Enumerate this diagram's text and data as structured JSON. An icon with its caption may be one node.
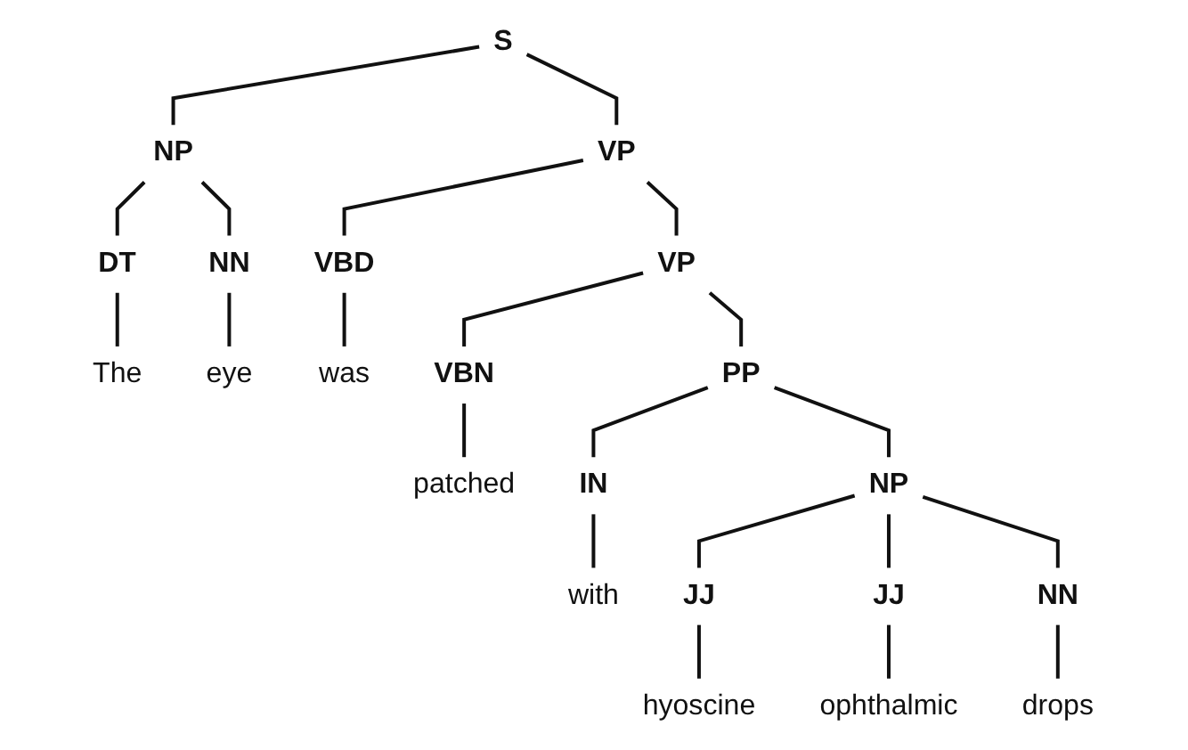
{
  "diagram": {
    "nodes": [
      {
        "text": [
          "S"
        ]
      },
      {
        "text": [
          "NP"
        ]
      },
      {
        "text": [
          "VP"
        ]
      },
      {
        "text": [
          "DT"
        ]
      },
      {
        "text": [
          "NN"
        ]
      },
      {
        "text": [
          "VBD"
        ]
      },
      {
        "text": [
          "VP"
        ]
      },
      {
        "text": [
          "The"
        ]
      },
      {
        "text": [
          "eye"
        ]
      },
      {
        "text": [
          "was"
        ]
      },
      {
        "text": [
          "VBN"
        ]
      },
      {
        "text": [
          "PP"
        ]
      },
      {
        "text": [
          "patched"
        ]
      },
      {
        "text": [
          "IN"
        ]
      },
      {
        "text": [
          "NP"
        ]
      },
      {
        "text": [
          "with"
        ]
      },
      {
        "text": [
          "JJ"
        ]
      },
      {
        "text": [
          "JJ"
        ]
      },
      {
        "text": [
          "NN"
        ]
      },
      {
        "text": [
          "hyoscine"
        ]
      },
      {
        "text": [
          "ophthalmic"
        ]
      },
      {
        "text": [
          "drops"
        ]
      }
    ],
    "edges": [
      {
        "from": 0,
        "to": 1,
        "arrow": "none"
      },
      {
        "from": 0,
        "to": 2,
        "arrow": "none"
      },
      {
        "from": 1,
        "to": 3,
        "arrow": "none"
      },
      {
        "from": 1,
        "to": 4,
        "arrow": "none"
      },
      {
        "from": 2,
        "to": 5,
        "arrow": "none"
      },
      {
        "from": 2,
        "to": 6,
        "arrow": "none"
      },
      {
        "from": 3,
        "to": 7,
        "arrow": "none"
      },
      {
        "from": 4,
        "to": 8,
        "arrow": "none"
      },
      {
        "from": 5,
        "to": 9,
        "arrow": "none"
      },
      {
        "from": 6,
        "to": 10,
        "arrow": "none"
      },
      {
        "from": 6,
        "to": 11,
        "arrow": "none"
      },
      {
        "from": 10,
        "to": 12,
        "arrow": "none"
      },
      {
        "from": 11,
        "to": 13,
        "arrow": "none"
      },
      {
        "from": 11,
        "to": 14,
        "arrow": "none"
      },
      {
        "from": 13,
        "to": 15,
        "arrow": "none"
      },
      {
        "from": 14,
        "to": 16,
        "arrow": "none"
      },
      {
        "from": 14,
        "to": 17,
        "arrow": "none"
      },
      {
        "from": 14,
        "to": 18,
        "arrow": "none"
      },
      {
        "from": 16,
        "to": 19,
        "arrow": "none"
      },
      {
        "from": 17,
        "to": 20,
        "arrow": "none"
      },
      {
        "from": 18,
        "to": 21,
        "arrow": "none"
      }
    ]
  }
}
